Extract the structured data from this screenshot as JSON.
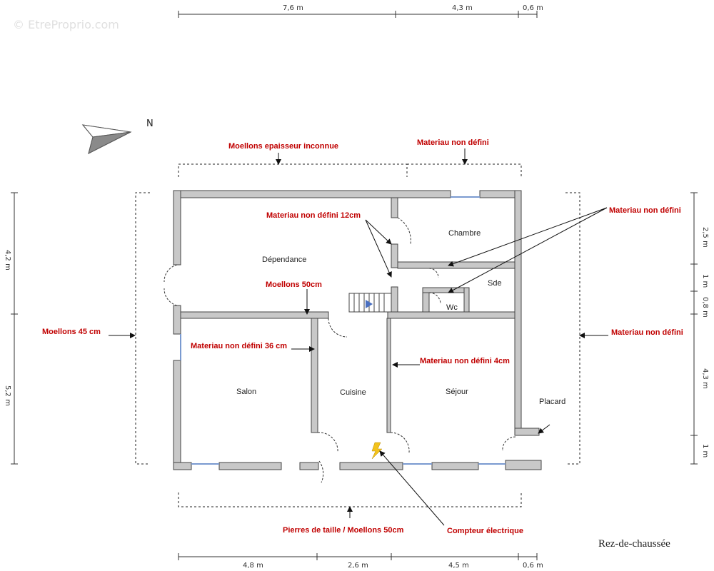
{
  "watermark": "© EtreProprio.com",
  "floor_label": "Rez-de-chaussée",
  "north_label": "N",
  "dimensions": {
    "top": [
      "7,6 m",
      "4,3 m",
      "0,6 m"
    ],
    "bottom": [
      "4,8 m",
      "2,6 m",
      "4,5 m",
      "0,6 m"
    ],
    "left": [
      "4,2 m",
      "5,2 m"
    ],
    "right": [
      "2,5 m",
      "1 m",
      "0,8 m",
      "4,3 m",
      "1 m"
    ]
  },
  "rooms": {
    "dependance": "Dépendance",
    "chambre": "Chambre",
    "sde": "Sde",
    "wc": "Wc",
    "salon": "Salon",
    "cuisine": "Cuisine",
    "sejour": "Séjour",
    "placard": "Placard"
  },
  "annotations": {
    "moellons_inconnue": "Moellons epaisseur inconnue",
    "materiau_top": "Materiau non défini",
    "materiau_12cm": "Materiau non défini 12cm",
    "materiau_right_top": "Materiau non défini",
    "moellons_50": "Moellons 50cm",
    "moellons_45": "Moellons 45 cm",
    "materiau_right": "Materiau non défini",
    "materiau_36cm": "Materiau non défini 36 cm",
    "materiau_4cm": "Materiau non défini 4cm",
    "pierres": "Pierres de taille / Moellons 50cm",
    "compteur": "Compteur électrique"
  },
  "colors": {
    "wall_fill": "#c8c8c8",
    "wall_stroke": "#444444",
    "annotation": "#c00000",
    "window": "#7a9ad0",
    "stair_arrow": "#4a6fc0",
    "bolt": "#f2c21b"
  }
}
